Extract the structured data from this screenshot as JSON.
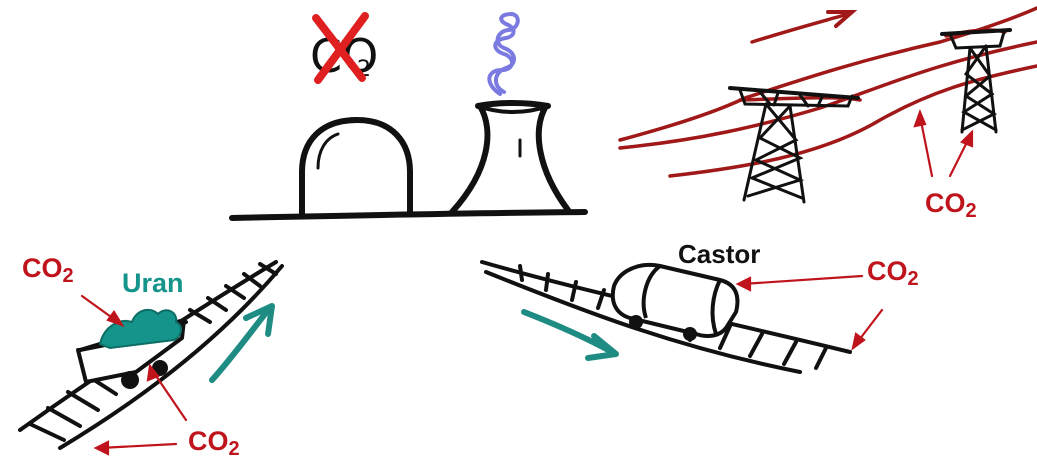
{
  "labels": {
    "co2_base": "CO",
    "co2_sub": "2",
    "uran": "Uran",
    "castor": "Castor"
  },
  "crossed_out_text": {
    "base": "CO",
    "sub": "2"
  },
  "colors": {
    "co2_red": "#c0141c",
    "uran_teal": "#14948a",
    "arrow_teal": "#1f8c84",
    "steam_blue": "#7a7ae0",
    "power_line_red": "#a01818",
    "ink": "#111111"
  },
  "icons": [
    "nuclear-plant-dome",
    "cooling-tower",
    "steam-swirl",
    "power-pylon",
    "rail-track",
    "mine-cart",
    "castor-container",
    "direction-arrow"
  ]
}
